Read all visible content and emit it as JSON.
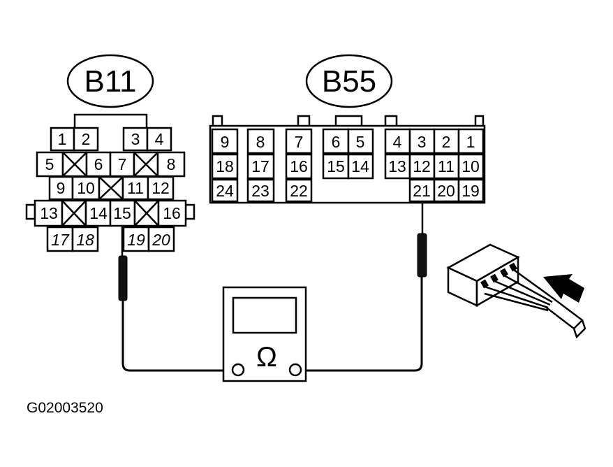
{
  "connectors": {
    "b11": {
      "label": "B11",
      "pins": [
        "1",
        "2",
        "3",
        "4",
        "5",
        "6",
        "7",
        "8",
        "9",
        "10",
        "11",
        "12",
        "13",
        "14",
        "15",
        "16",
        "17",
        "18",
        "19",
        "20"
      ]
    },
    "b55": {
      "label": "B55",
      "pins": [
        "9",
        "8",
        "7",
        "6",
        "5",
        "4",
        "3",
        "2",
        "1",
        "18",
        "17",
        "16",
        "15",
        "14",
        "13",
        "12",
        "11",
        "10",
        "24",
        "23",
        "22",
        "21",
        "20",
        "19"
      ]
    }
  },
  "meter": {
    "symbol": "Ω",
    "icon": "ohmmeter-icon"
  },
  "harness_icon": "connector-rear-view-icon",
  "figure_code": "G02003520"
}
